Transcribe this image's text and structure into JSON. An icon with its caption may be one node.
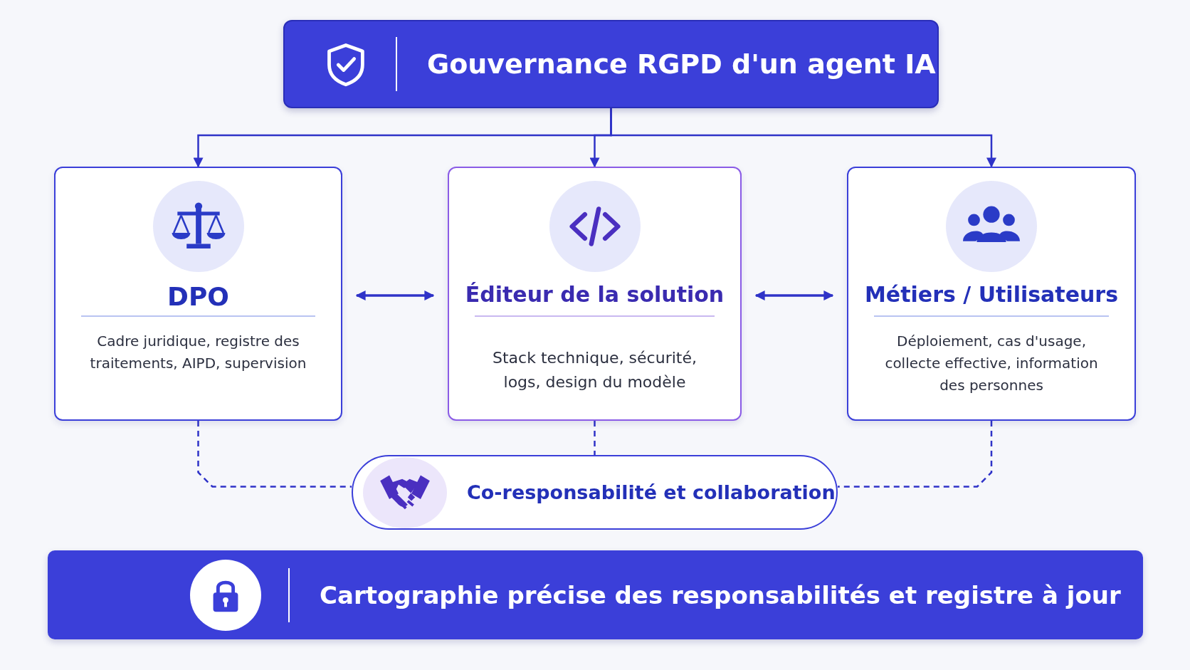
{
  "diagram": {
    "nodes": [
      {
        "text": [
          "Gouvernance RGPD d'un agent IA"
        ]
      },
      {
        "text": [
          "DPO",
          "Cadre juridique, registre des traitements, AIPD, supervision"
        ]
      },
      {
        "text": [
          "Éditeur de la solution",
          "Stack technique, sécurité, logs, design du modèle"
        ]
      },
      {
        "text": [
          "Métiers / Utilisateurs",
          "Déploiement, cas d'usage, collecte effective, information des personnes"
        ]
      },
      {
        "text": [
          "Co-responsabilité et collaboration"
        ]
      },
      {
        "text": [
          "Cartographie précise des responsabilités et registre à jour"
        ]
      }
    ],
    "edges": [
      {
        "from": 0,
        "to": 1,
        "arrow": "to"
      },
      {
        "from": 0,
        "to": 2,
        "arrow": "to"
      },
      {
        "from": 0,
        "to": 3,
        "arrow": "to"
      },
      {
        "from": 1,
        "to": 2,
        "arrow": "both"
      },
      {
        "from": 2,
        "to": 3,
        "arrow": "both"
      },
      {
        "from": 1,
        "to": 4,
        "arrow": "none",
        "style": "dashed"
      },
      {
        "from": 2,
        "to": 4,
        "arrow": "none",
        "style": "dashed"
      },
      {
        "from": 3,
        "to": 4,
        "arrow": "none",
        "style": "dashed"
      }
    ]
  }
}
